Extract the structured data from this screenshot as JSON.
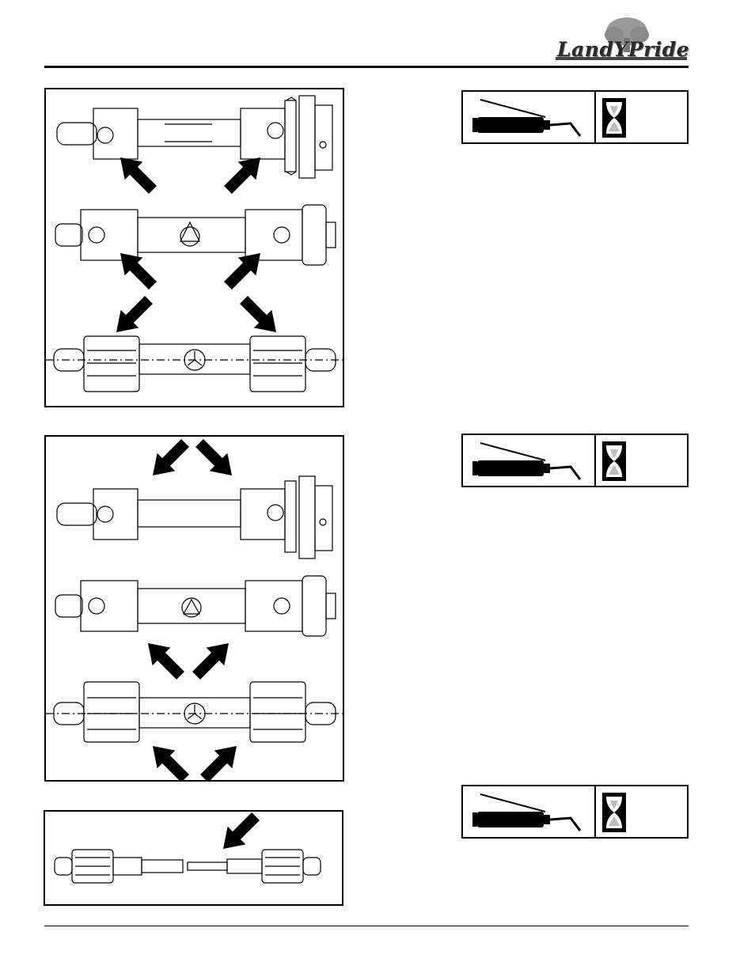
{
  "header": {
    "brand_part1": "Land",
    "brand_part2": "Y",
    "brand_part3": "Pride"
  },
  "icons": {
    "grease_gun": "grease-gun-icon",
    "hourglass": "hourglass-icon"
  },
  "figures": [
    {
      "name": "driveline-cross-journals",
      "drivelines": 3,
      "arrows": 6
    },
    {
      "name": "driveline-shield-bearings",
      "drivelines": 3,
      "arrows": 6
    },
    {
      "name": "driveline-telescoping-members",
      "drivelines": 1,
      "arrows": 1
    }
  ]
}
